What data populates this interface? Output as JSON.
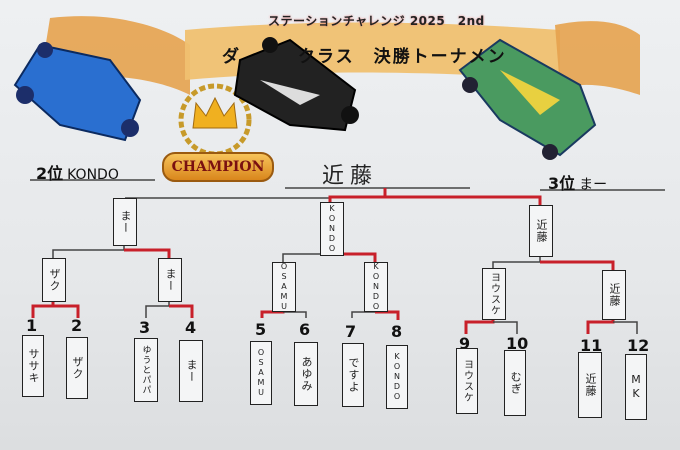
{
  "header": {
    "subtitle": "ステーションチャレンジ 2025　2nd",
    "title": "ダ　　　クラス　決勝トーナメン",
    "champion_badge": "CHAMPION"
  },
  "placings": {
    "second_label": "2位",
    "second_name": "KONDO",
    "third_label": "3位",
    "third_name": "まー",
    "champion_name": "近藤"
  },
  "bracket": {
    "semifinal": [
      "まー",
      "KONDO",
      "近藤"
    ],
    "round2": [
      "ザク",
      "まー",
      "OSAMU",
      "KONDO",
      "ヨウスケ",
      "近藤"
    ],
    "round1": [
      {
        "seed": "1",
        "name": "ササキ"
      },
      {
        "seed": "2",
        "name": "ザク"
      },
      {
        "seed": "3",
        "name": "ゆうとパパ"
      },
      {
        "seed": "4",
        "name": "まー"
      },
      {
        "seed": "5",
        "name": "OSAMU"
      },
      {
        "seed": "6",
        "name": "あゆみ"
      },
      {
        "seed": "7",
        "name": "ですよ"
      },
      {
        "seed": "8",
        "name": "KONDO"
      },
      {
        "seed": "9",
        "name": "ヨウスケ"
      },
      {
        "seed": "10",
        "name": "むぎ"
      },
      {
        "seed": "11",
        "name": "近藤"
      },
      {
        "seed": "12",
        "name": "MK"
      }
    ]
  },
  "colors": {
    "winner_line": "#c8202a",
    "line": "#444444",
    "ribbon": "#e8a24a"
  }
}
